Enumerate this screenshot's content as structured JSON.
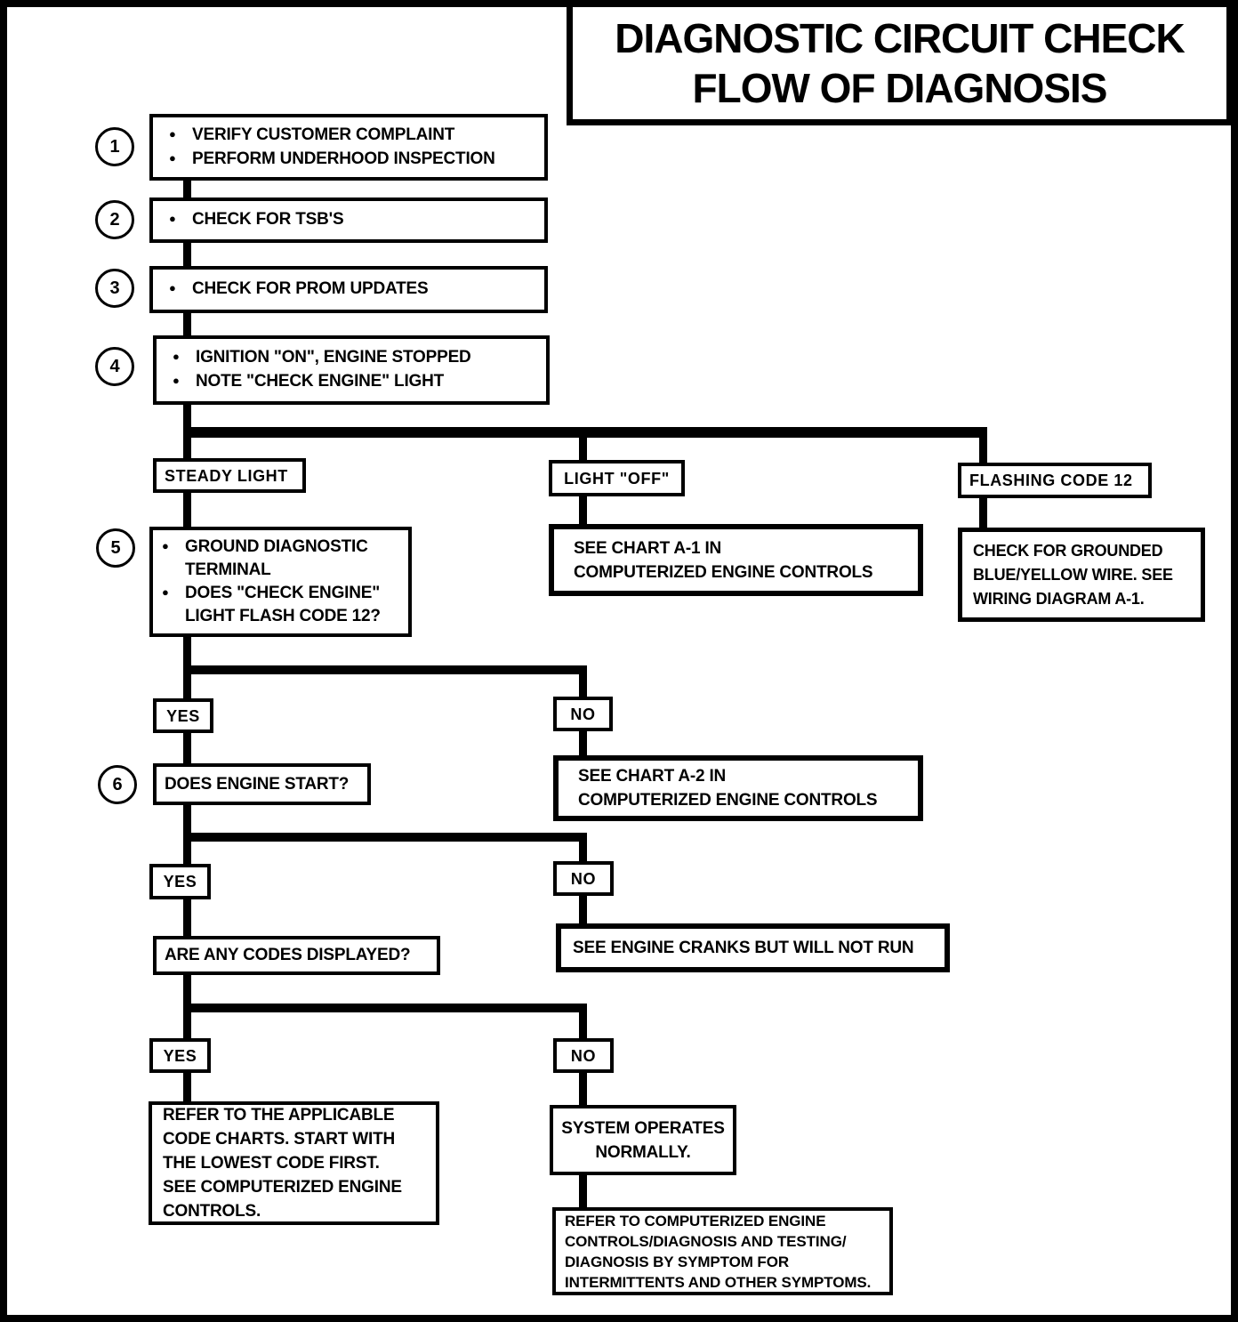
{
  "title": {
    "line1": "DIAGNOSTIC CIRCUIT CHECK",
    "line2": "FLOW OF DIAGNOSIS"
  },
  "steps": [
    {
      "num": "1",
      "bullets": [
        {
          "lines": [
            "VERIFY CUSTOMER COMPLAINT"
          ]
        },
        {
          "lines": [
            "PERFORM UNDERHOOD INSPECTION"
          ]
        }
      ]
    },
    {
      "num": "2",
      "bullets": [
        {
          "lines": [
            "CHECK FOR TSB'S"
          ]
        }
      ]
    },
    {
      "num": "3",
      "bullets": [
        {
          "lines": [
            "CHECK FOR PROM UPDATES"
          ]
        }
      ]
    },
    {
      "num": "4",
      "bullets": [
        {
          "lines": [
            "IGNITION \"ON\", ENGINE STOPPED"
          ]
        },
        {
          "lines": [
            "NOTE \"CHECK ENGINE\" LIGHT"
          ]
        }
      ]
    },
    {
      "num": "5",
      "bullets": [
        {
          "lines": [
            "GROUND DIAGNOSTIC",
            "TERMINAL"
          ]
        },
        {
          "lines": [
            "DOES \"CHECK ENGINE\"",
            "LIGHT FLASH CODE 12?"
          ]
        }
      ]
    },
    {
      "num": "6",
      "question": "DOES ENGINE START?"
    }
  ],
  "branch_labels": {
    "steady_light": "STEADY LIGHT",
    "light_off": "LIGHT \"OFF\"",
    "flashing_code_12": "FLASHING CODE 12",
    "yes": "YES",
    "no": "NO"
  },
  "questions": {
    "codes_displayed": "ARE ANY CODES DISPLAYED?"
  },
  "outcomes": {
    "chart_a1": {
      "lines": [
        "SEE CHART A-1 IN",
        "COMPUTERIZED ENGINE CONTROLS"
      ]
    },
    "grounded_wire": {
      "lines": [
        "CHECK FOR GROUNDED",
        "BLUE/YELLOW WIRE.  SEE",
        "WIRING DIAGRAM A-1."
      ]
    },
    "chart_a2": {
      "lines": [
        "SEE CHART A-2 IN",
        "COMPUTERIZED ENGINE CONTROLS"
      ]
    },
    "engine_cranks": {
      "lines": [
        "SEE ENGINE CRANKS BUT WILL NOT RUN"
      ]
    },
    "code_charts": {
      "lines": [
        "REFER TO THE APPLICABLE",
        "CODE CHARTS. START WITH",
        "THE LOWEST CODE FIRST.",
        "SEE COMPUTERIZED ENGINE",
        "CONTROLS."
      ]
    },
    "system_normal": {
      "lines": [
        "SYSTEM OPERATES",
        "NORMALLY."
      ]
    },
    "intermittents": {
      "lines": [
        "REFER TO COMPUTERIZED ENGINE",
        "CONTROLS/DIAGNOSIS AND TESTING/",
        "DIAGNOSIS BY SYMPTOM FOR",
        "INTERMITTENTS AND OTHER SYMPTOMS."
      ]
    }
  },
  "colors": {
    "ink": "#000000",
    "paper": "#ffffff"
  }
}
